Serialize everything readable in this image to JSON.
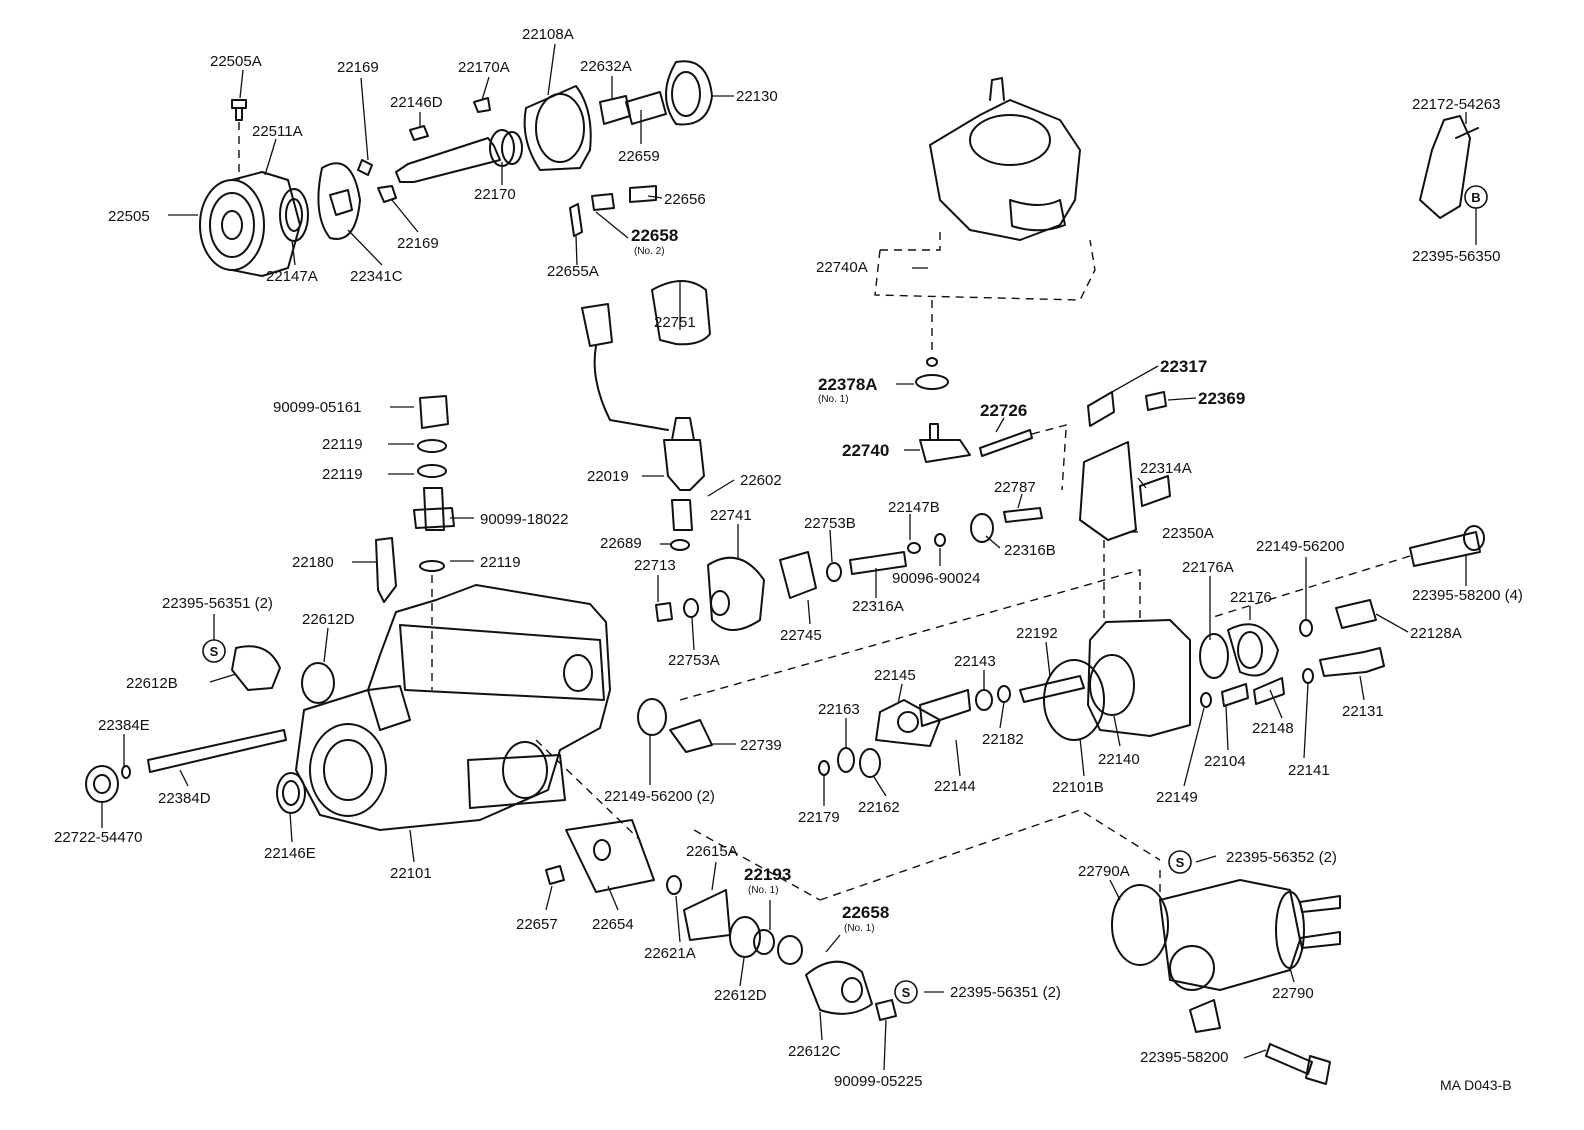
{
  "labels": [
    {
      "text": "22505A",
      "sub": ""
    },
    {
      "text": "22169",
      "sub": ""
    },
    {
      "text": "22170A",
      "sub": ""
    },
    {
      "text": "22108A",
      "sub": ""
    },
    {
      "text": "22632A",
      "sub": ""
    },
    {
      "text": "22130",
      "sub": ""
    },
    {
      "text": "22146D",
      "sub": ""
    },
    {
      "text": "22511A",
      "sub": ""
    },
    {
      "text": "22659",
      "sub": ""
    },
    {
      "text": "22170",
      "sub": ""
    },
    {
      "text": "22656",
      "sub": ""
    },
    {
      "text": "22505",
      "sub": ""
    },
    {
      "text": "22169",
      "sub": ""
    },
    {
      "text": "22658",
      "sub": "(No. 2)"
    },
    {
      "text": "22147A",
      "sub": ""
    },
    {
      "text": "22341C",
      "sub": ""
    },
    {
      "text": "22655A",
      "sub": ""
    },
    {
      "text": "22172-54263",
      "sub": ""
    },
    {
      "text": "22395-56350",
      "sub": ""
    },
    {
      "text": "22751",
      "sub": ""
    },
    {
      "text": "22740A",
      "sub": ""
    },
    {
      "text": "22378A",
      "sub": "(No. 1)"
    },
    {
      "text": "22317",
      "sub": ""
    },
    {
      "text": "22369",
      "sub": ""
    },
    {
      "text": "90099-05161",
      "sub": ""
    },
    {
      "text": "22726",
      "sub": ""
    },
    {
      "text": "22119",
      "sub": ""
    },
    {
      "text": "22740",
      "sub": ""
    },
    {
      "text": "22119",
      "sub": ""
    },
    {
      "text": "22019",
      "sub": ""
    },
    {
      "text": "22602",
      "sub": ""
    },
    {
      "text": "22314A",
      "sub": ""
    },
    {
      "text": "22787",
      "sub": ""
    },
    {
      "text": "22147B",
      "sub": ""
    },
    {
      "text": "90099-18022",
      "sub": ""
    },
    {
      "text": "22741",
      "sub": ""
    },
    {
      "text": "22753B",
      "sub": ""
    },
    {
      "text": "22316B",
      "sub": ""
    },
    {
      "text": "22350A",
      "sub": ""
    },
    {
      "text": "22689",
      "sub": ""
    },
    {
      "text": "22149-56200",
      "sub": ""
    },
    {
      "text": "22180",
      "sub": ""
    },
    {
      "text": "22119",
      "sub": ""
    },
    {
      "text": "22713",
      "sub": ""
    },
    {
      "text": "90096-90024",
      "sub": ""
    },
    {
      "text": "22176A",
      "sub": ""
    },
    {
      "text": "22176",
      "sub": ""
    },
    {
      "text": "22395-56351 (2)",
      "sub": ""
    },
    {
      "text": "22612D",
      "sub": ""
    },
    {
      "text": "22316A",
      "sub": ""
    },
    {
      "text": "22395-58200 (4)",
      "sub": ""
    },
    {
      "text": "22745",
      "sub": ""
    },
    {
      "text": "22128A",
      "sub": ""
    },
    {
      "text": "22753A",
      "sub": ""
    },
    {
      "text": "22192",
      "sub": ""
    },
    {
      "text": "22612B",
      "sub": ""
    },
    {
      "text": "22143",
      "sub": ""
    },
    {
      "text": "22145",
      "sub": ""
    },
    {
      "text": "22163",
      "sub": ""
    },
    {
      "text": "22182",
      "sub": ""
    },
    {
      "text": "22148",
      "sub": ""
    },
    {
      "text": "22131",
      "sub": ""
    },
    {
      "text": "22384E",
      "sub": ""
    },
    {
      "text": "22739",
      "sub": ""
    },
    {
      "text": "22140",
      "sub": ""
    },
    {
      "text": "22104",
      "sub": ""
    },
    {
      "text": "22141",
      "sub": ""
    },
    {
      "text": "22384D",
      "sub": ""
    },
    {
      "text": "22149-56200 (2)",
      "sub": ""
    },
    {
      "text": "22144",
      "sub": ""
    },
    {
      "text": "22101B",
      "sub": ""
    },
    {
      "text": "22149",
      "sub": ""
    },
    {
      "text": "22722-54470",
      "sub": ""
    },
    {
      "text": "22146E",
      "sub": ""
    },
    {
      "text": "22179",
      "sub": ""
    },
    {
      "text": "22162",
      "sub": ""
    },
    {
      "text": "22101",
      "sub": ""
    },
    {
      "text": "22615A",
      "sub": ""
    },
    {
      "text": "22395-56352 (2)",
      "sub": ""
    },
    {
      "text": "22193",
      "sub": "(No. 1)"
    },
    {
      "text": "22790A",
      "sub": ""
    },
    {
      "text": "22658",
      "sub": "(No. 1)"
    },
    {
      "text": "22657",
      "sub": ""
    },
    {
      "text": "22654",
      "sub": ""
    },
    {
      "text": "22621A",
      "sub": ""
    },
    {
      "text": "22612D",
      "sub": ""
    },
    {
      "text": "22395-56351 (2)",
      "sub": ""
    },
    {
      "text": "22790",
      "sub": ""
    },
    {
      "text": "22612C",
      "sub": ""
    },
    {
      "text": "22395-58200",
      "sub": ""
    },
    {
      "text": "90099-05225",
      "sub": ""
    }
  ],
  "symbols": [
    {
      "text": "B"
    },
    {
      "text": "S"
    },
    {
      "text": "S"
    },
    {
      "text": "S"
    }
  ],
  "drawing_code": "MA  D043-B"
}
